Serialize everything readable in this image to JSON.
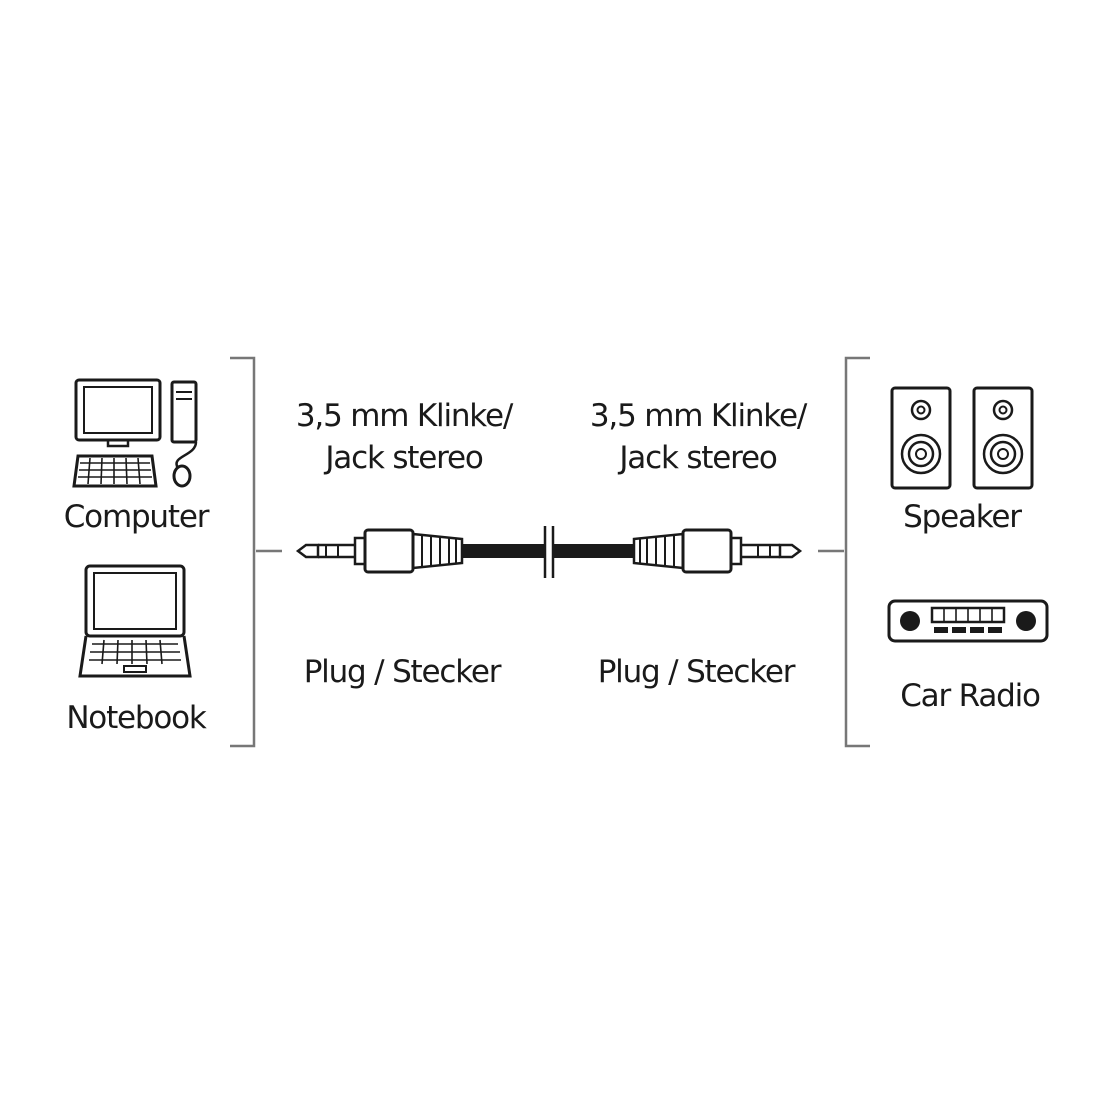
{
  "left_devices": {
    "computer_label": "Computer",
    "notebook_label": "Notebook"
  },
  "connectors": {
    "left_spec_line1": "3,5 mm Klinke/",
    "left_spec_line2": "Jack stereo",
    "right_spec_line1": "3,5 mm Klinke/",
    "right_spec_line2": "Jack stereo",
    "left_type": "Plug / Stecker",
    "right_type": "Plug / Stecker"
  },
  "right_devices": {
    "speaker_label": "Speaker",
    "car_radio_label": "Car Radio"
  },
  "colors": {
    "line": "#1a1a1a",
    "bracket": "#777777",
    "background": "#ffffff"
  }
}
